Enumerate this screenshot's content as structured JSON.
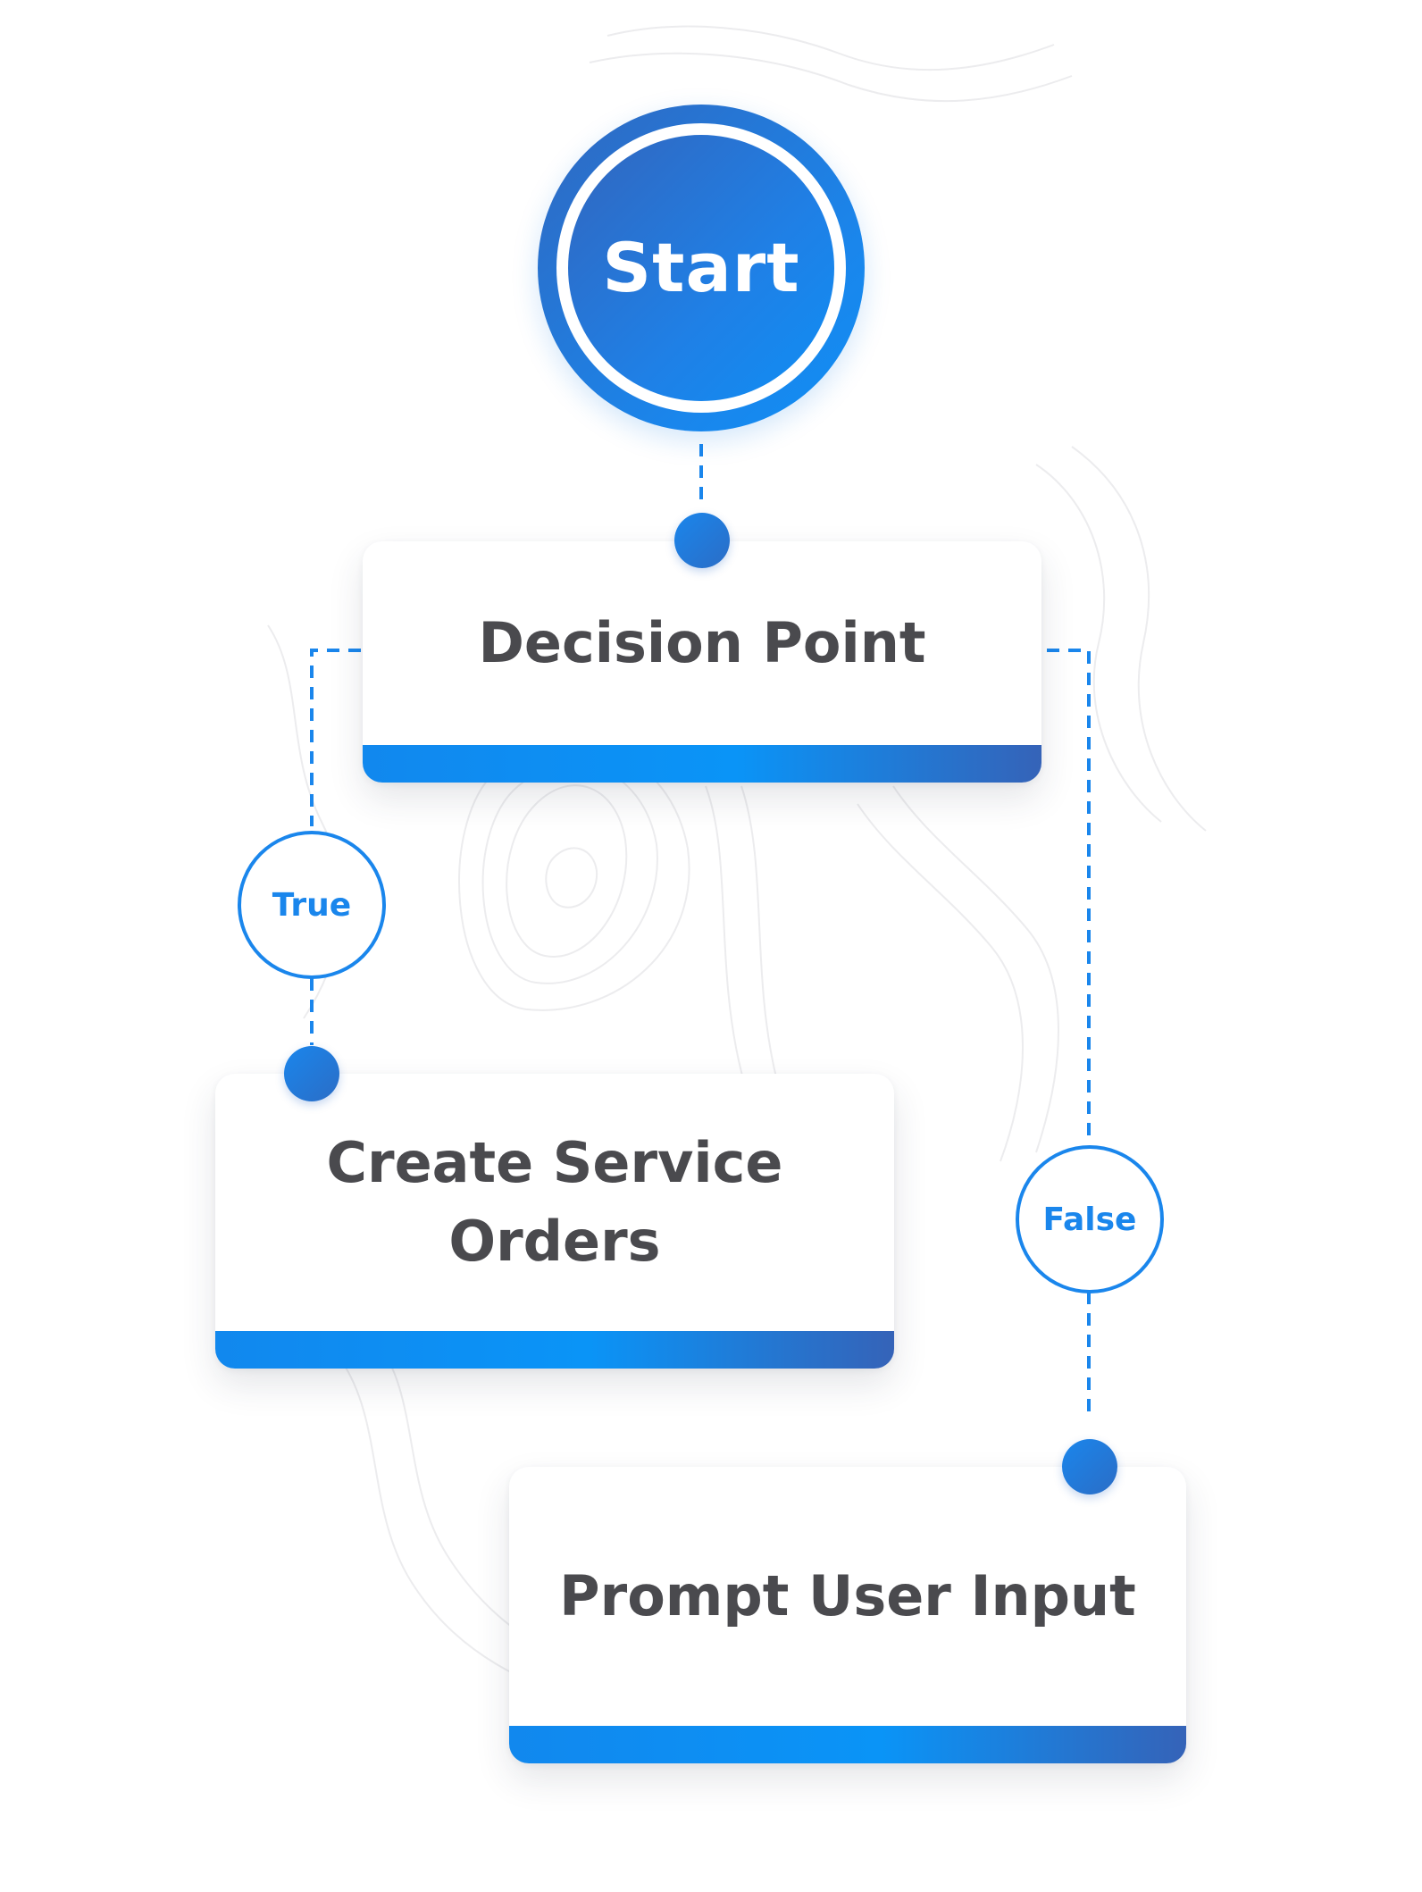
{
  "start": {
    "label": "Start"
  },
  "nodes": {
    "decision": {
      "label": "Decision Point"
    },
    "true_target": {
      "label": "Create Service Orders"
    },
    "false_target": {
      "label": "Prompt User Input"
    }
  },
  "branches": {
    "true": {
      "label": "True"
    },
    "false": {
      "label": "False"
    }
  },
  "colors": {
    "accent": "#1a86ec",
    "accent_dark": "#3563b8",
    "text": "#4a4a4e",
    "card": "#ffffff"
  }
}
